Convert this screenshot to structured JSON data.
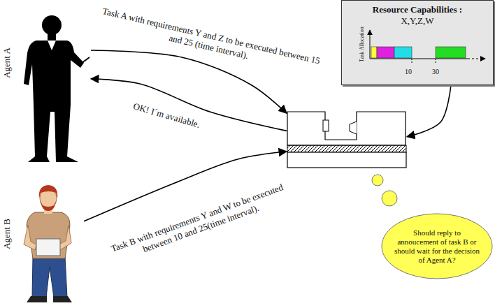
{
  "diagram": {
    "nodes": [
      {
        "text": [
          "Agent A"
        ]
      },
      {
        "text": [
          "Resource Capabilities :",
          "X,Y,Z,W"
        ]
      },
      {
        "text": []
      },
      {
        "text": [
          "Agent B"
        ]
      },
      {
        "text": [
          "Should reply to annoucement of task B or should wait for the decision of Agent A?"
        ]
      }
    ],
    "edges": [
      {
        "from": 0,
        "to": 2,
        "arrow": "to",
        "label": "Task A with requirements Y and Z to be executed between 15 and 25 (time interval)."
      },
      {
        "from": 2,
        "to": 0,
        "arrow": "to",
        "label": "OK! I´m available."
      },
      {
        "from": 3,
        "to": 2,
        "arrow": "to",
        "label": "Task B with requirements Y and W to be executed between 10 and 25(time interval)."
      },
      {
        "from": 1,
        "to": 2,
        "arrow": "to"
      }
    ],
    "labels": [
      "Task Allocation",
      "10",
      "30"
    ]
  }
}
